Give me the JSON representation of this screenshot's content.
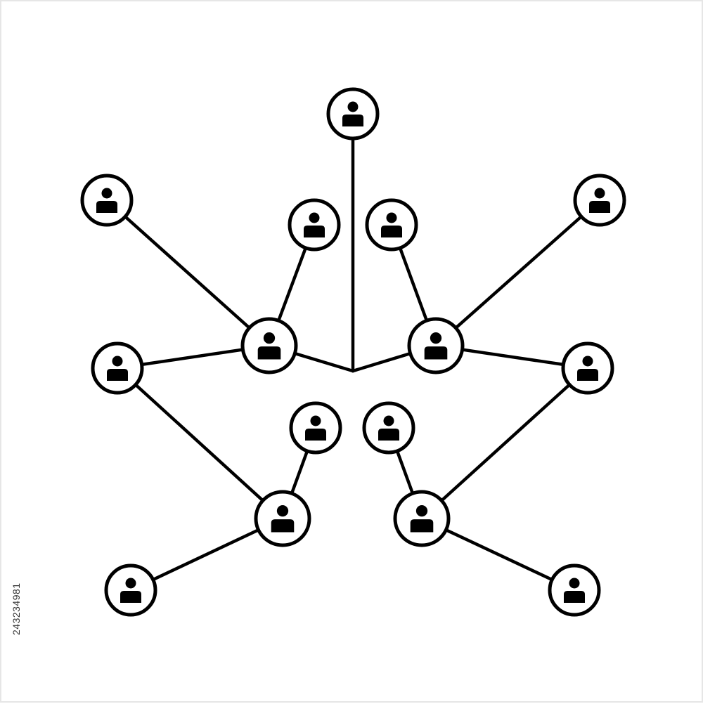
{
  "diagram": {
    "colors": {
      "stroke": "#000000",
      "fill": "#ffffff",
      "frame": "#e6e6e6"
    },
    "node_icon": "person-icon",
    "nodes": [
      {
        "id": "root",
        "name": "node-root",
        "big": false
      },
      {
        "id": "hub-upper-left",
        "name": "node-hub-upper-left",
        "big": true
      },
      {
        "id": "hub-upper-right",
        "name": "node-hub-upper-right",
        "big": true
      },
      {
        "id": "upper-left-outer",
        "name": "node-upper-left-outer",
        "big": false
      },
      {
        "id": "upper-left-inner",
        "name": "node-upper-left-inner",
        "big": false
      },
      {
        "id": "upper-right-inner",
        "name": "node-upper-right-inner",
        "big": false
      },
      {
        "id": "upper-right-outer",
        "name": "node-upper-right-outer",
        "big": false
      },
      {
        "id": "mid-left",
        "name": "node-mid-left",
        "big": false
      },
      {
        "id": "mid-right",
        "name": "node-mid-right",
        "big": false
      },
      {
        "id": "hub-lower-left",
        "name": "node-hub-lower-left",
        "big": true
      },
      {
        "id": "hub-lower-right",
        "name": "node-hub-lower-right",
        "big": true
      },
      {
        "id": "lower-left-inner",
        "name": "node-lower-left-inner",
        "big": false
      },
      {
        "id": "lower-right-inner",
        "name": "node-lower-right-inner",
        "big": false
      },
      {
        "id": "bottom-left",
        "name": "node-bottom-left",
        "big": false
      },
      {
        "id": "bottom-right",
        "name": "node-bottom-right",
        "big": false
      }
    ],
    "edges": [
      {
        "from": "root",
        "to": "junction"
      },
      {
        "from": "junction",
        "to": "hub-upper-left"
      },
      {
        "from": "junction",
        "to": "hub-upper-right"
      },
      {
        "from": "hub-upper-left",
        "to": "upper-left-outer"
      },
      {
        "from": "hub-upper-left",
        "to": "upper-left-inner"
      },
      {
        "from": "hub-upper-left",
        "to": "mid-left"
      },
      {
        "from": "hub-upper-right",
        "to": "upper-right-inner"
      },
      {
        "from": "hub-upper-right",
        "to": "upper-right-outer"
      },
      {
        "from": "hub-upper-right",
        "to": "mid-right"
      },
      {
        "from": "mid-left",
        "to": "hub-lower-left"
      },
      {
        "from": "hub-lower-left",
        "to": "lower-left-inner"
      },
      {
        "from": "hub-lower-left",
        "to": "bottom-left"
      },
      {
        "from": "mid-right",
        "to": "hub-lower-right"
      },
      {
        "from": "hub-lower-right",
        "to": "lower-right-inner"
      },
      {
        "from": "hub-lower-right",
        "to": "bottom-right"
      }
    ]
  },
  "watermark": {
    "stock_id": "243234981"
  }
}
